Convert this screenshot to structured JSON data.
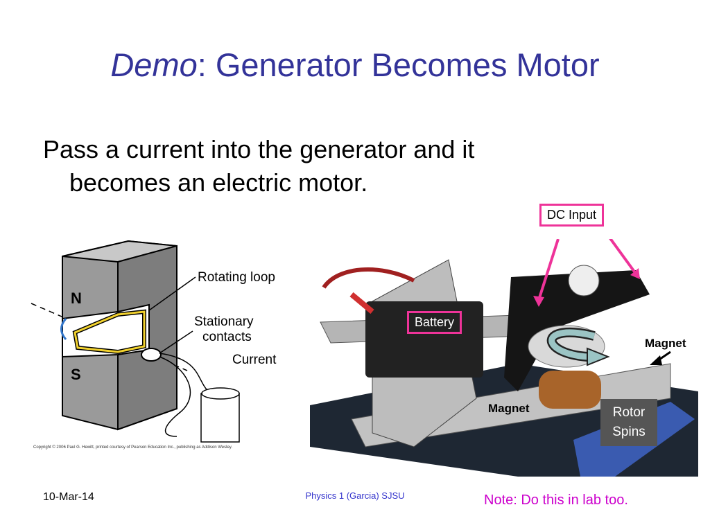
{
  "slide": {
    "title_italic": "Demo",
    "title_rest": ": Generator Becomes Motor",
    "bullet_line1": "Pass a current into the generator and it",
    "bullet_line2": "becomes an electric motor."
  },
  "diagram": {
    "label_north": "N",
    "label_south": "S",
    "label_rotating_loop": "Rotating loop",
    "label_stationary": "Stationary",
    "label_contacts": "contacts",
    "label_current": "Current",
    "copyright": "Copyright © 2006 Paul G. Hewitt, printed courtesy of Pearson Education Inc., publishing as Addison Wesley."
  },
  "photo_labels": {
    "dc_input": "DC Input",
    "battery": "Battery",
    "magnet_right": "Magnet",
    "magnet_bottom": "Magnet",
    "rotor_line1": "Rotor",
    "rotor_line2": "Spins"
  },
  "footer": {
    "date": "10-Mar-14",
    "center": "Physics 1 (Garcia) SJSU",
    "note": "Note: Do this in lab too."
  },
  "colors": {
    "title": "#333399",
    "accent_pink": "#ee3399",
    "note": "#cc00cc"
  }
}
